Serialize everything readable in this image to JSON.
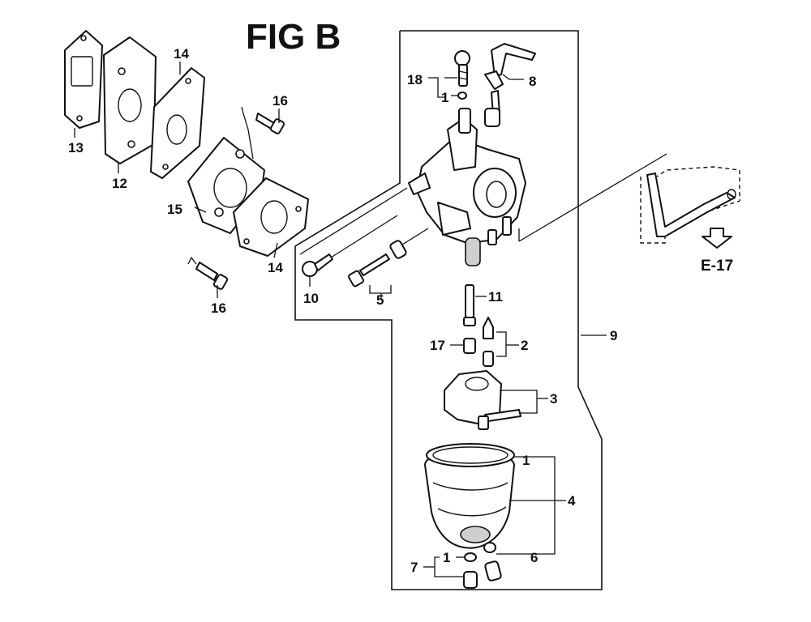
{
  "figure": {
    "title": "FIG B",
    "reference": "E-17"
  },
  "callouts": {
    "c1a": "1",
    "c1b": "1",
    "c1c": "1",
    "c2": "2",
    "c3": "3",
    "c4": "4",
    "c5": "5",
    "c6": "6",
    "c7": "7",
    "c8": "8",
    "c9": "9",
    "c10": "10",
    "c11": "11",
    "c12": "12",
    "c13": "13",
    "c14a": "14",
    "c14b": "14",
    "c15": "15",
    "c16a": "16",
    "c16b": "16",
    "c17": "17",
    "c18": "18"
  }
}
